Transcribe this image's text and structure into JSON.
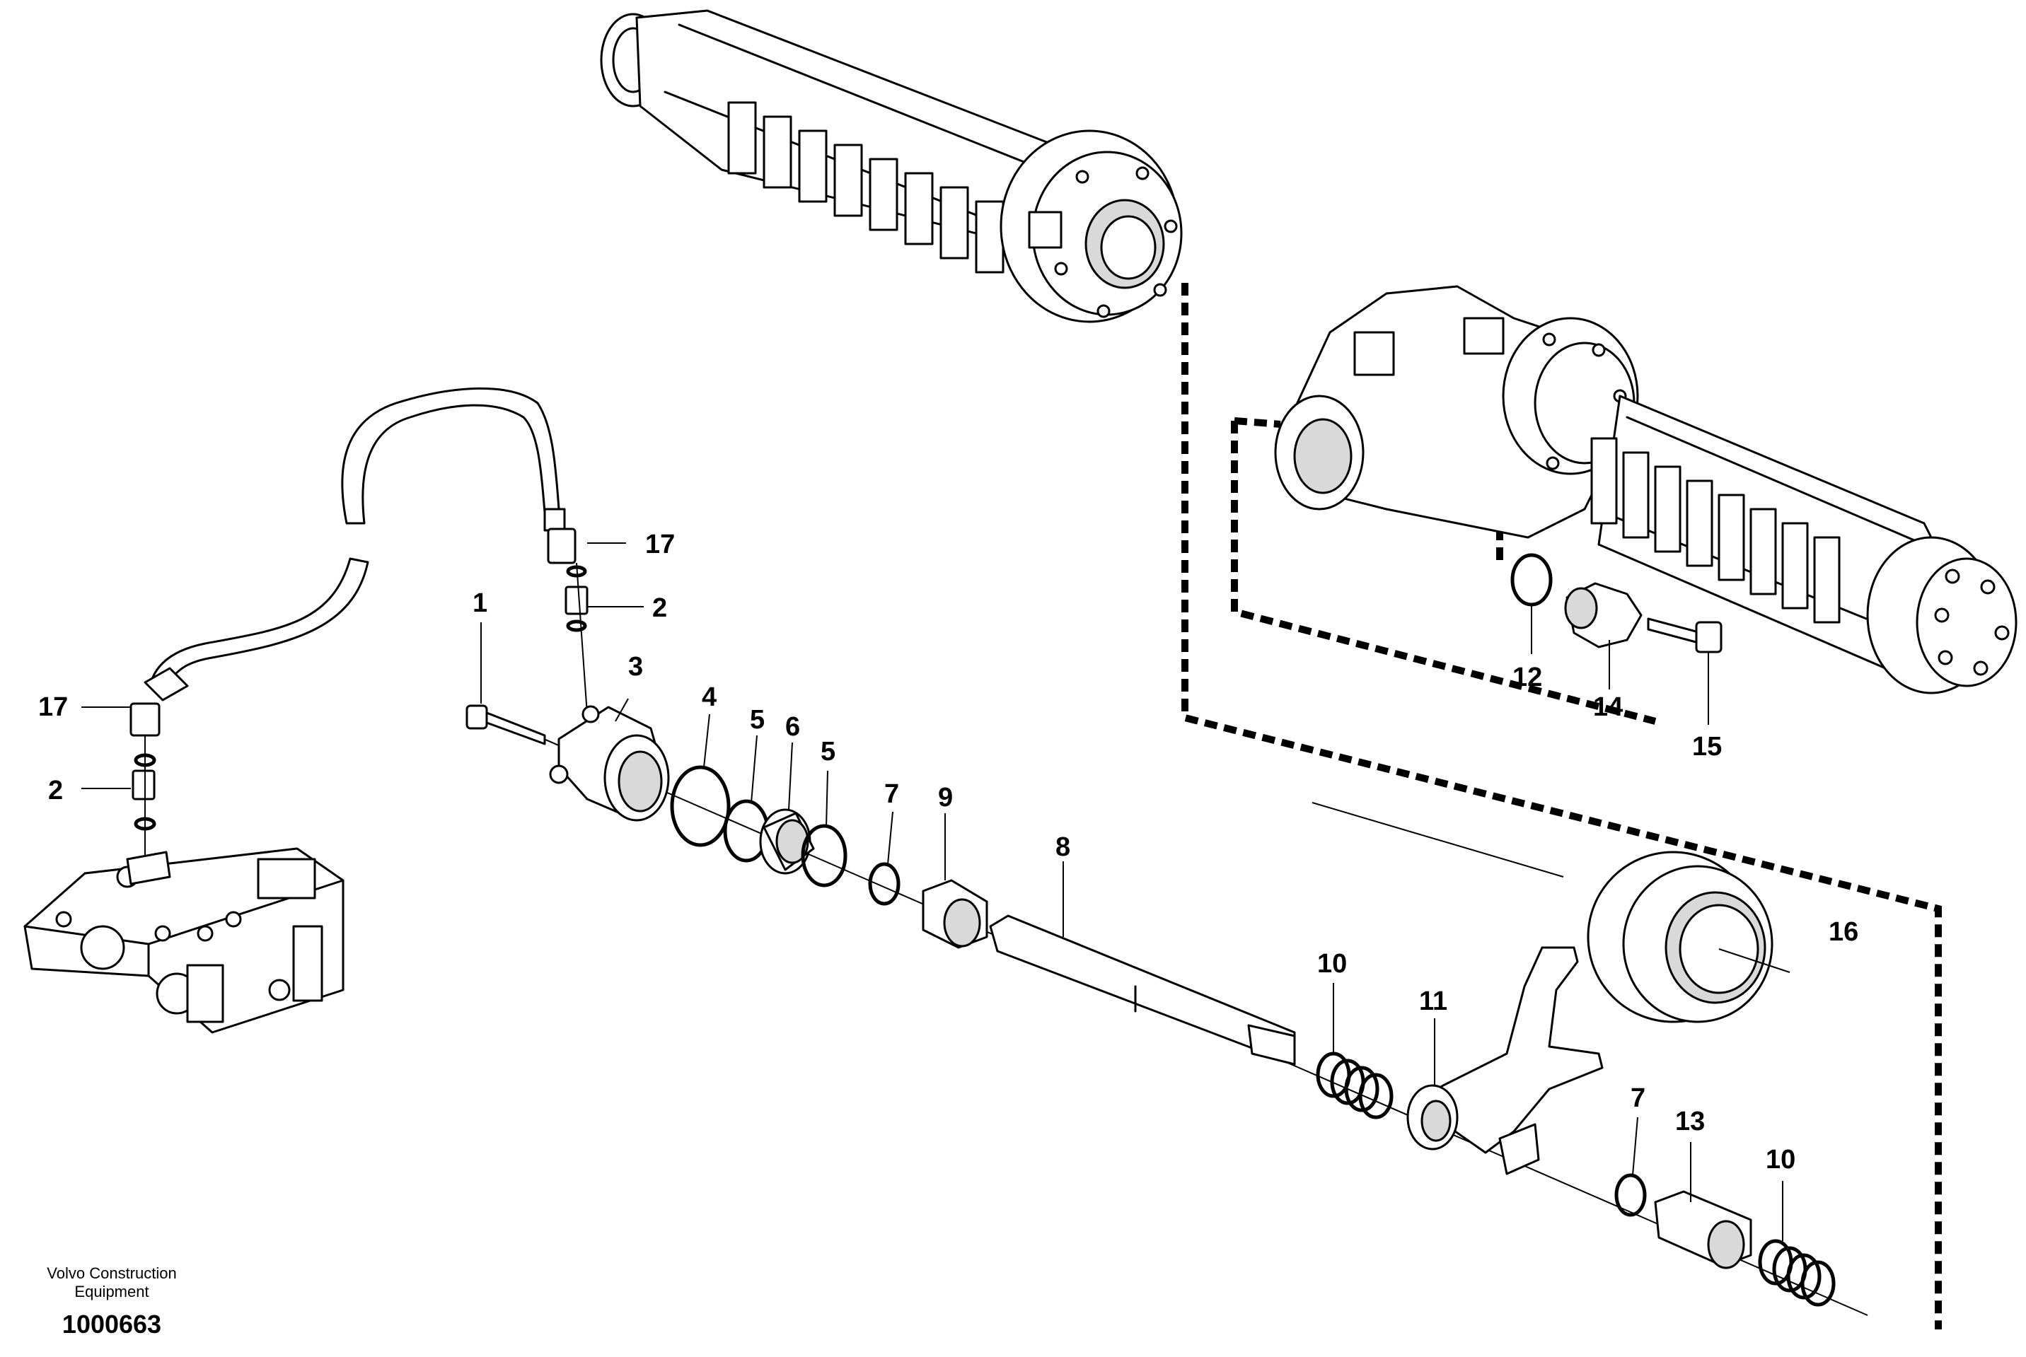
{
  "callouts": [
    {
      "id": "c1",
      "label": "1"
    },
    {
      "id": "c2a",
      "label": "2"
    },
    {
      "id": "c2b",
      "label": "2"
    },
    {
      "id": "c3",
      "label": "3"
    },
    {
      "id": "c4",
      "label": "4"
    },
    {
      "id": "c5a",
      "label": "5"
    },
    {
      "id": "c5b",
      "label": "5"
    },
    {
      "id": "c6",
      "label": "6"
    },
    {
      "id": "c7a",
      "label": "7"
    },
    {
      "id": "c7b",
      "label": "7"
    },
    {
      "id": "c8",
      "label": "8"
    },
    {
      "id": "c9",
      "label": "9"
    },
    {
      "id": "c10a",
      "label": "10"
    },
    {
      "id": "c10b",
      "label": "10"
    },
    {
      "id": "c11",
      "label": "11"
    },
    {
      "id": "c12",
      "label": "12"
    },
    {
      "id": "c13",
      "label": "13"
    },
    {
      "id": "c14",
      "label": "14"
    },
    {
      "id": "c15",
      "label": "15"
    },
    {
      "id": "c16",
      "label": "16"
    },
    {
      "id": "c17a",
      "label": "17"
    },
    {
      "id": "c17b",
      "label": "17"
    }
  ],
  "footer": {
    "maker_line1": "Volvo Construction",
    "maker_line2": "Equipment",
    "doc_number": "1000663"
  }
}
